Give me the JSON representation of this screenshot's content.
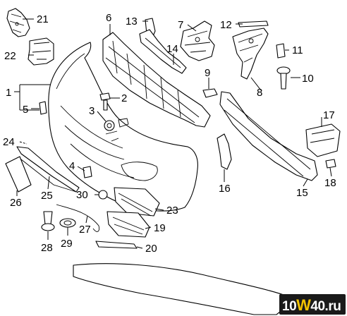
{
  "diagram": {
    "callouts": [
      "1",
      "2",
      "3",
      "4",
      "5",
      "6",
      "7",
      "8",
      "9",
      "10",
      "11",
      "12",
      "13",
      "14",
      "15",
      "16",
      "17",
      "18",
      "19",
      "20",
      "21",
      "22",
      "23",
      "24",
      "25",
      "26",
      "27",
      "28",
      "29",
      "30"
    ]
  },
  "watermark": {
    "pre": "10",
    "accent": "W",
    "post": "40.ru"
  }
}
